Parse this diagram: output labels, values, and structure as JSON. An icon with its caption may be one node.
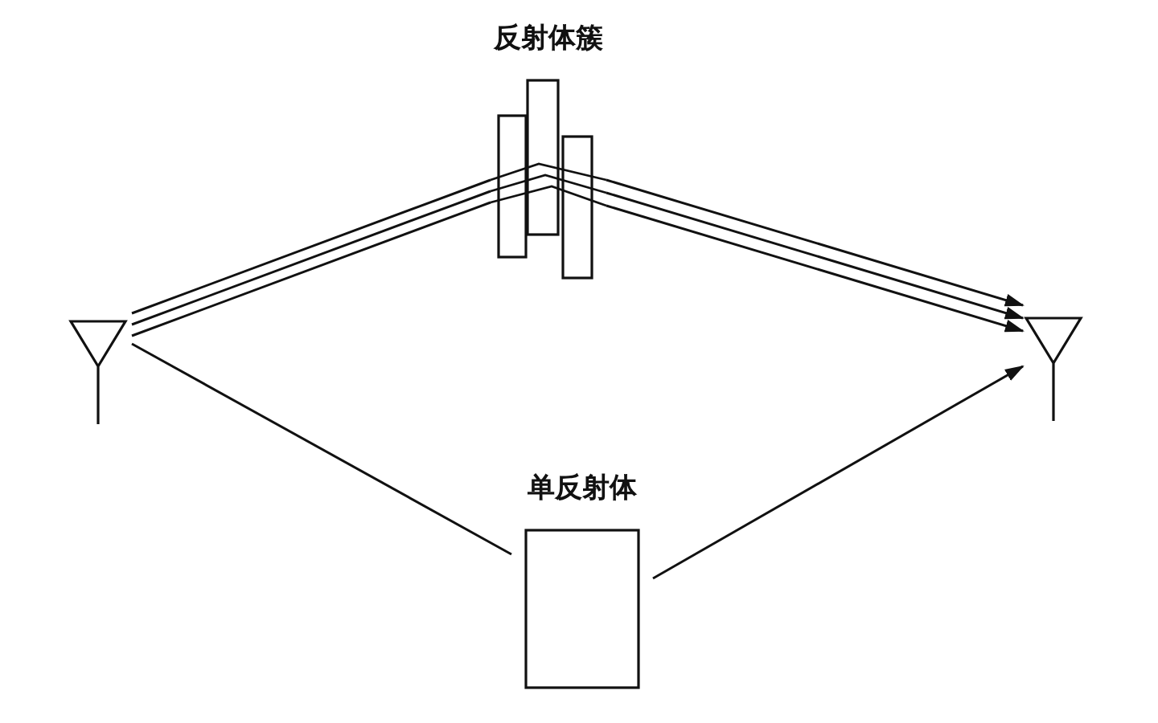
{
  "diagram": {
    "nodes": [
      {
        "text": [
          "反射体簇"
        ]
      },
      {
        "text": [],
        "shape": "picture"
      },
      {
        "text": [],
        "shape": "picture"
      },
      {
        "text": [
          "单反射体"
        ]
      }
    ],
    "edges": [
      {
        "from": 1,
        "to": 0,
        "arrow": "none"
      },
      {
        "from": 1,
        "to": 0,
        "arrow": "none"
      },
      {
        "from": 1,
        "to": 0,
        "arrow": "none"
      },
      {
        "from": 0,
        "to": 2,
        "arrow": "to"
      },
      {
        "from": 0,
        "to": 2,
        "arrow": "to"
      },
      {
        "from": 0,
        "to": 2,
        "arrow": "to"
      },
      {
        "from": 1,
        "to": 3,
        "arrow": "none"
      },
      {
        "from": 3,
        "to": 2,
        "arrow": "to"
      }
    ]
  }
}
